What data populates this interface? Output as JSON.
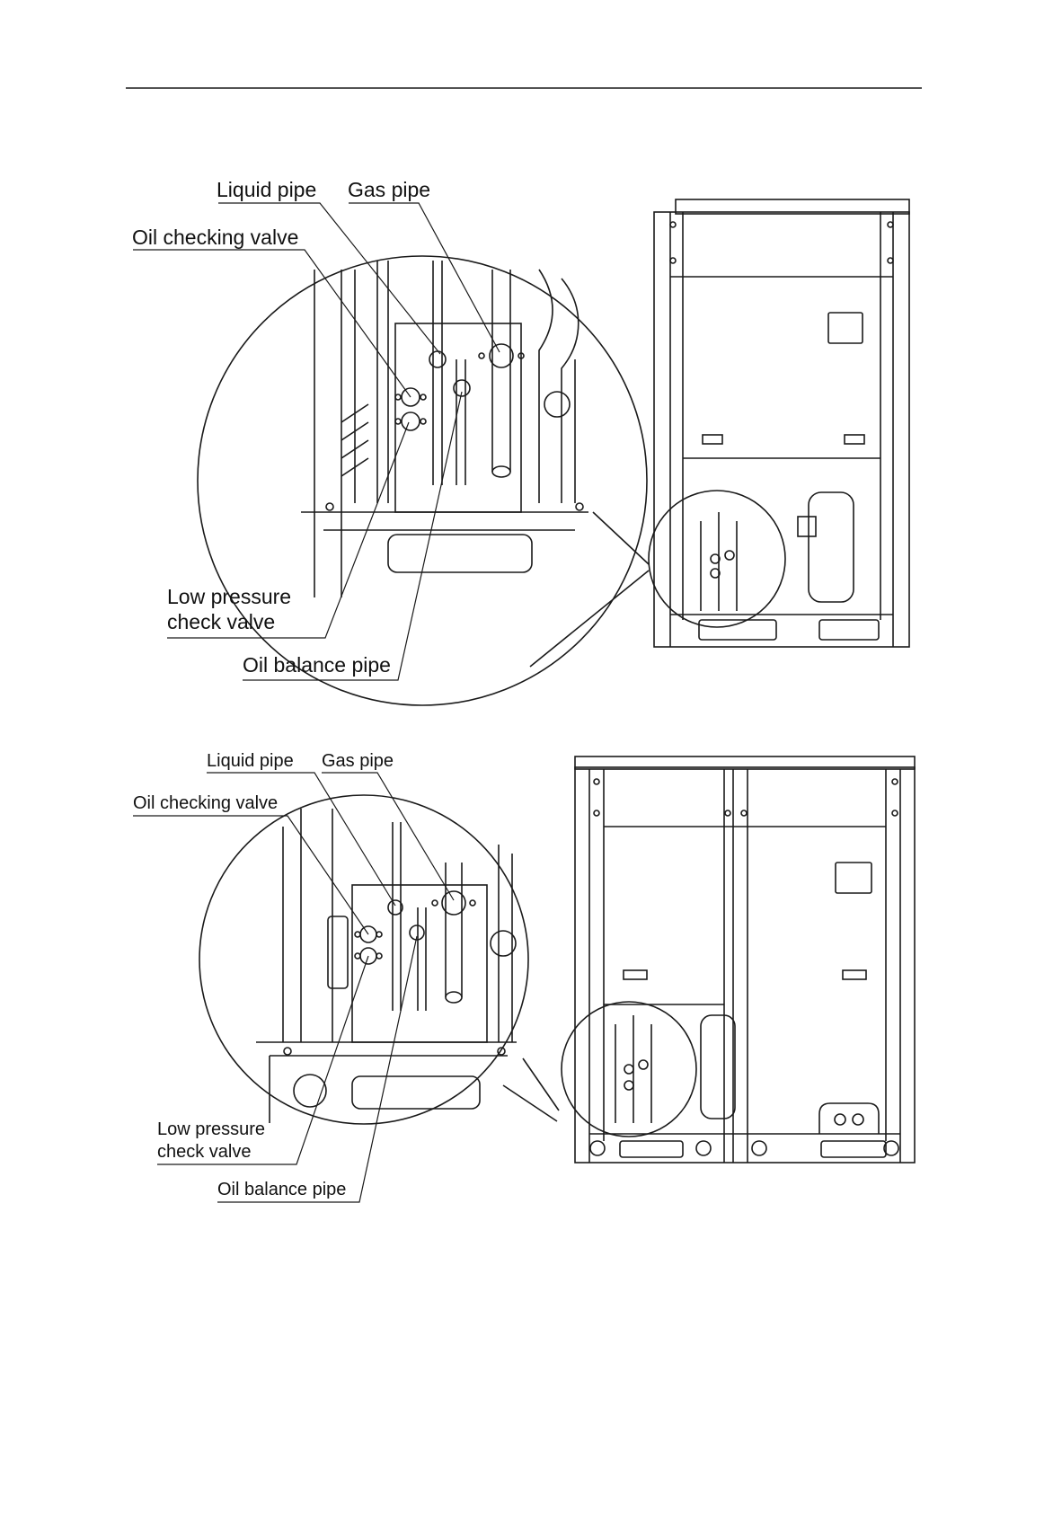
{
  "figure_top": {
    "labels": {
      "liquid_pipe": "Liquid pipe",
      "gas_pipe": "Gas pipe",
      "oil_checking_valve": "Oil checking valve",
      "low_pressure_line1": "Low pressure",
      "low_pressure_line2": "check valve",
      "oil_balance_pipe": "Oil balance pipe"
    }
  },
  "figure_bottom": {
    "labels": {
      "liquid_pipe": "Liquid pipe",
      "gas_pipe": "Gas pipe",
      "oil_checking_valve": "Oil checking valve",
      "low_pressure_line1": "Low pressure",
      "low_pressure_line2": "check valve",
      "oil_balance_pipe": "Oil balance pipe"
    }
  },
  "colors": {
    "line": "#1a1a1a",
    "background": "#ffffff"
  }
}
